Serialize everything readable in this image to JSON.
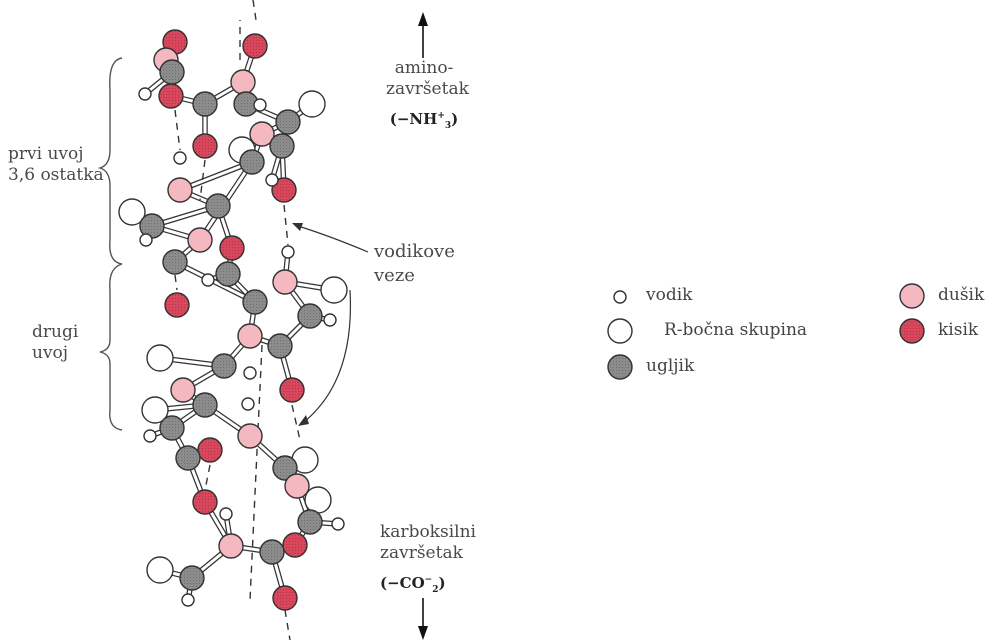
{
  "labels": {
    "amino_line1": "amino-",
    "amino_line2": "završetak",
    "amino_formula": "(−NH",
    "amino_formula_sup": "+",
    "amino_formula_sub": "3",
    "amino_formula_end": ")",
    "first_turn_line1": "prvi uvoj",
    "first_turn_line2": "3,6 ostatka",
    "second_turn_line1": "drugi",
    "second_turn_line2": "uvoj",
    "hbonds_line1": "vodikove",
    "hbonds_line2": "veze",
    "carboxyl_line1": "karboksilni",
    "carboxyl_line2": "završetak",
    "carboxyl_formula": "(−CO",
    "carboxyl_formula_sup": "−",
    "carboxyl_formula_sub": "2",
    "carboxyl_formula_end": ")"
  },
  "legend": {
    "hydrogen": "vodik",
    "r_group": "R-bočna skupina",
    "carbon": "ugljik",
    "nitrogen": "dušik",
    "oxygen": "kisik"
  },
  "colors": {
    "hydrogen": "#ffffff",
    "r_group": "#ffffff",
    "carbon": "#8c8c8c",
    "nitrogen": "#f4b8c0",
    "oxygen": "#d9475c",
    "outline": "#333333"
  }
}
